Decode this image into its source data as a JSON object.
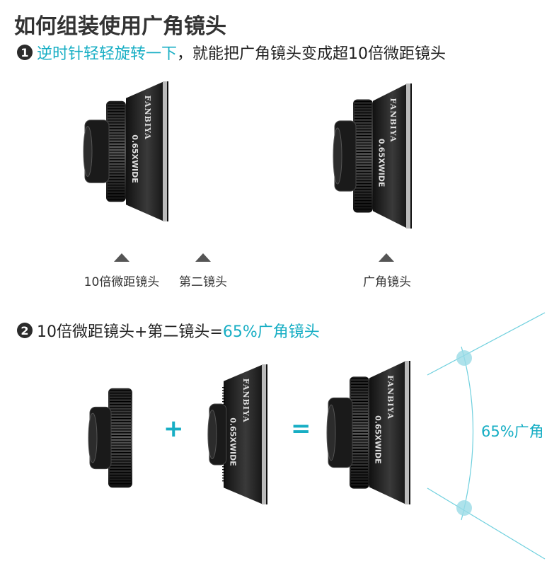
{
  "title": "如何组装使用广角镜头",
  "step1": {
    "number": "1",
    "highlight": "逆时针轻轻旋转一下",
    "rest": "，就能把广角镜头变成超10倍微距镜头"
  },
  "labels": {
    "macro": "10倍微距镜头",
    "second": "第二镜头",
    "wide": "广角镜头"
  },
  "step2": {
    "number": "2",
    "prefix": "10倍微距镜头+第二镜头=",
    "highlight": "65%广角镜头"
  },
  "operators": {
    "plus": "+",
    "equals": "="
  },
  "angle_label": "65%广角",
  "lens_text": {
    "brand": "FANBIYA",
    "model": "0.65XWIDE"
  },
  "colors": {
    "accent": "#17aec4",
    "text": "#222222"
  }
}
